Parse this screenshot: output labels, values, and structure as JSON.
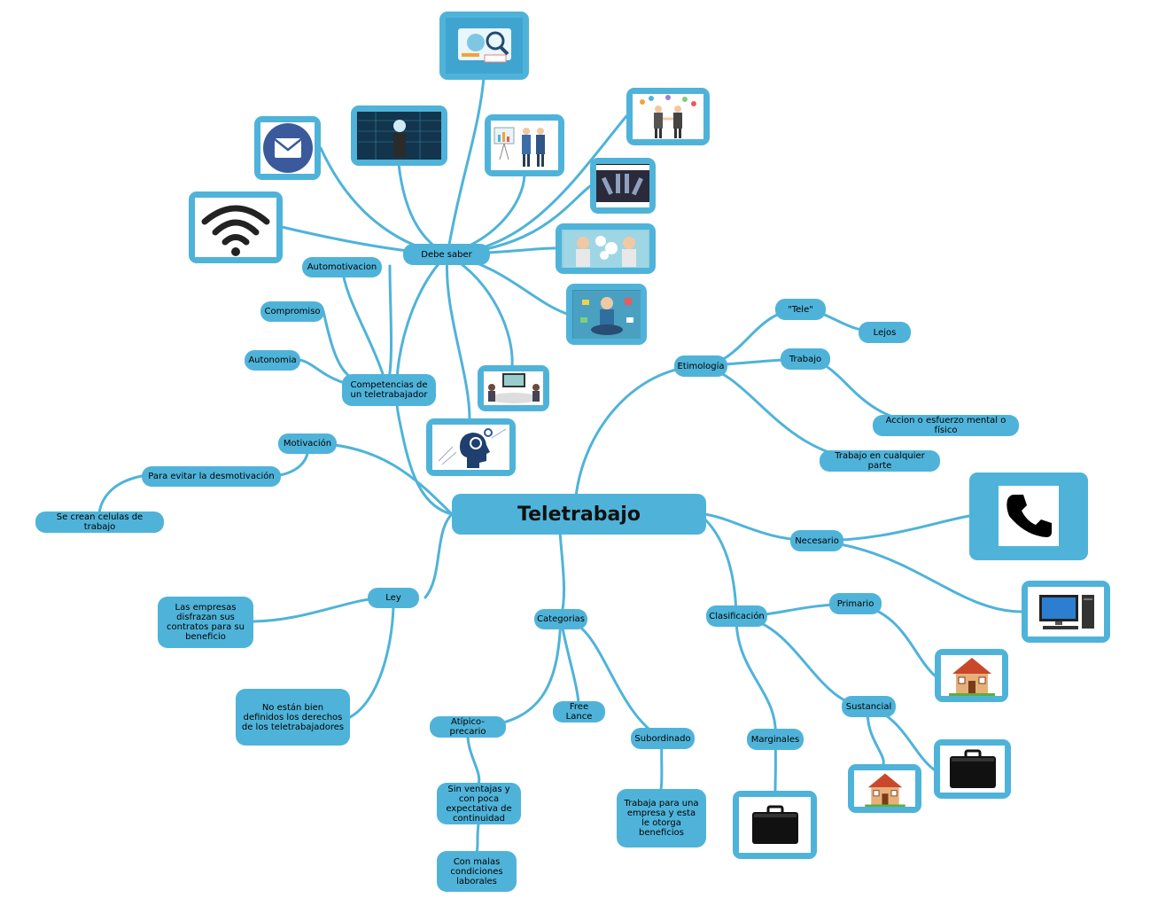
{
  "central": "Teletrabajo",
  "debe_saber": "Debe saber",
  "automotivacion": "Automotivacion",
  "competencias": "Competencias de un teletrabajador",
  "compromiso": "Compromiso",
  "autonomia": "Autonomia",
  "motivacion": "Motivación",
  "evitar_desmotivacion": "Para evitar la desmotivación",
  "celulas": "Se crean celulas de trabajo",
  "ley": "Ley",
  "empresas_disfrazan": "Las empresas disfrazan sus contratos para su beneficio",
  "no_definidos": "No están bien definidos los derechos de los teletrabajadores",
  "categorias": "Categorias",
  "atipico": "Atípico-precario",
  "sin_ventajas": "Sin ventajas y con poca expectativa de continuidad",
  "malas_condiciones": "Con malas condiciones laborales",
  "free_lance": "Free Lance",
  "subordinado": "Subordinado",
  "trabaja_empresa": "Trabaja para una empresa y esta le otorga beneficios",
  "etimologia": "Etimología",
  "tele": "\"Tele\"",
  "lejos": "Lejos",
  "trabajo": "Trabajo",
  "accion": "Accion o esfuerzo mental o físico",
  "cualquier_parte": "Trabajo en cualquier parte",
  "necesario": "Necesario",
  "clasificacion": "Clasificación",
  "primario": "Primario",
  "sustancial": "Sustancial",
  "marginales": "Marginales",
  "icons": [
    "analytics-illustration-icon",
    "email-icon",
    "tech-person-icon",
    "presentation-icon",
    "handshake-icon",
    "team-hands-icon",
    "wifi-icon",
    "discussion-icon",
    "meditation-icon",
    "video-call-icon",
    "ai-head-icon",
    "phone-icon",
    "computer-icon",
    "house-icon",
    "briefcase-icon"
  ],
  "colors": {
    "node": "#4fb3d9",
    "link": "#4fb3d9",
    "text": "#000000"
  }
}
